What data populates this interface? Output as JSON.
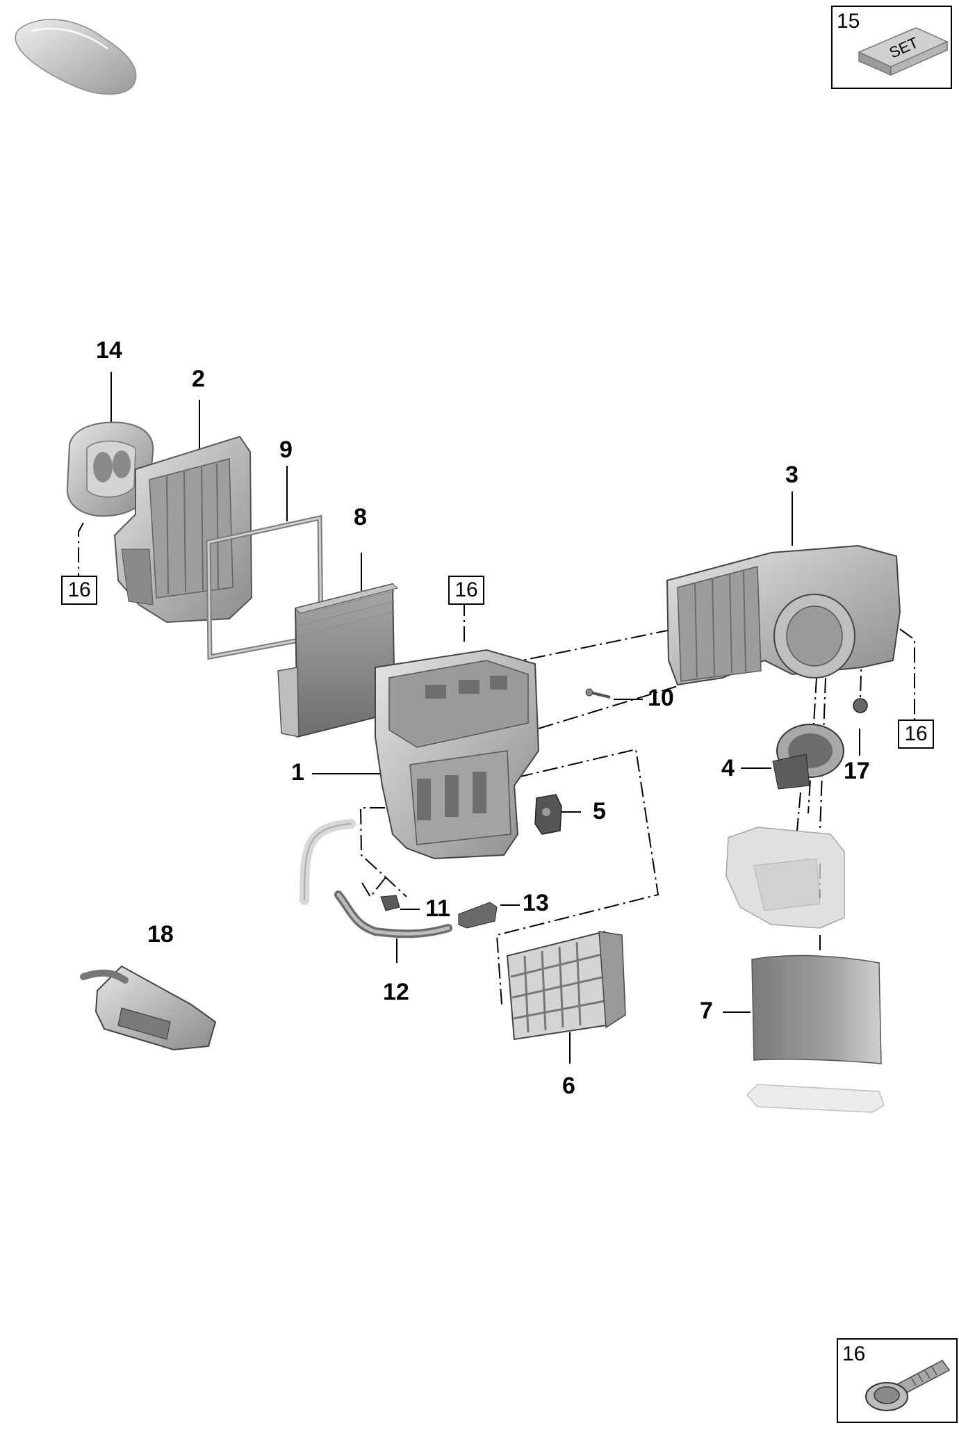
{
  "insets": {
    "set": {
      "number": "15",
      "label": "SET"
    },
    "bolt": {
      "number": "16"
    }
  },
  "callouts": {
    "c1": "1",
    "c2": "2",
    "c3": "3",
    "c4": "4",
    "c5": "5",
    "c6": "6",
    "c7": "7",
    "c8": "8",
    "c9": "9",
    "c10": "10",
    "c11": "11",
    "c12": "12",
    "c13": "13",
    "c14": "14",
    "c17": "17",
    "c18": "18"
  },
  "refboxes": {
    "r16_left": "16",
    "r16_center": "16",
    "r16_right": "16"
  },
  "icons": {
    "vehicle": "car-silhouette-icon",
    "set": "set-block-icon",
    "bolt": "flange-bolt-icon"
  }
}
